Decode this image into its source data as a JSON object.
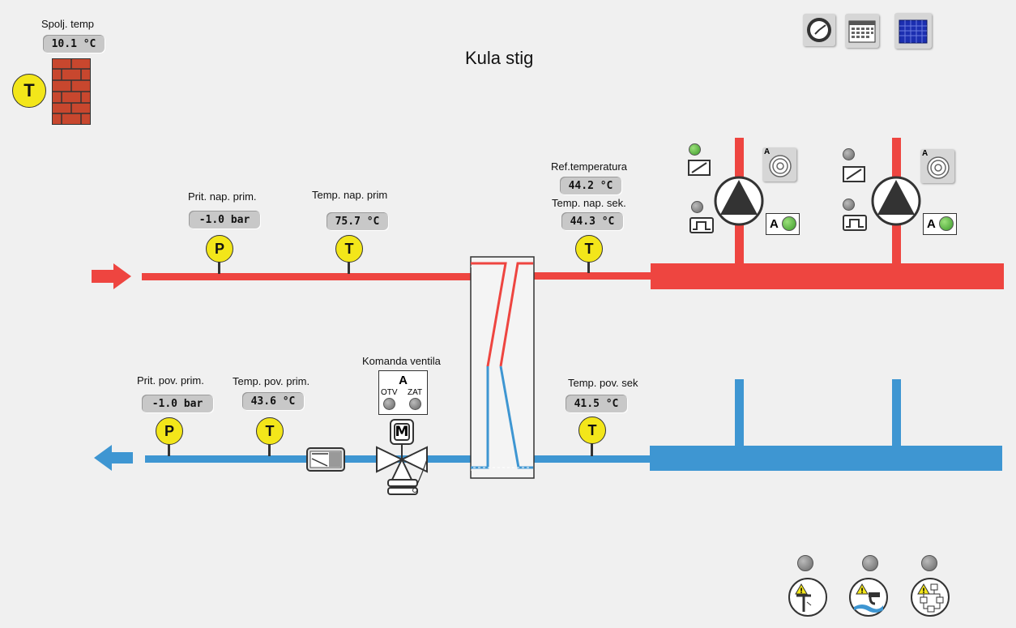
{
  "title": "Kula stig",
  "outdoor": {
    "label": "Spolj. temp",
    "value": "10.1 °C",
    "sensor_letter": "T"
  },
  "supply_primary": {
    "pressure_label": "Prit. nap. prim.",
    "pressure_value": "-1.0 bar",
    "pressure_letter": "P",
    "temp_label": "Temp. nap. prim",
    "temp_value": "75.7 °C",
    "temp_letter": "T"
  },
  "return_primary": {
    "pressure_label": "Prit. pov. prim.",
    "pressure_value": "-1.0 bar",
    "pressure_letter": "P",
    "temp_label": "Temp. pov. prim.",
    "temp_value": "43.6 °C",
    "temp_letter": "T"
  },
  "secondary": {
    "ref_label": "Ref.temperatura",
    "ref_value": "44.2 °C",
    "supply_label": "Temp. nap. sek.",
    "supply_value": "44.3 °C",
    "supply_letter": "T",
    "return_label": "Temp. pov. sek",
    "return_value": "41.5 °C",
    "return_letter": "T"
  },
  "valve": {
    "label": "Komanda ventila",
    "mode": "A",
    "open_label": "OTV",
    "close_label": "ZAT",
    "motor_letter": "M"
  },
  "pumps": [
    {
      "mode": "A",
      "status_led": "green",
      "mode_led": "gray",
      "auto_led": "green",
      "rot_letter": "A"
    },
    {
      "mode": "A",
      "status_led": "gray",
      "mode_led": "gray",
      "auto_led": "green",
      "rot_letter": "A"
    }
  ],
  "colors": {
    "hot": "#ee4540",
    "cold": "#3e96d2",
    "sensor": "#f3e61a",
    "brick": "#c8472e"
  },
  "icons": [
    "clock-icon",
    "calendar-icon",
    "calendar-blue-icon",
    "door-alarm-icon",
    "water-alarm-icon",
    "network-alarm-icon"
  ]
}
